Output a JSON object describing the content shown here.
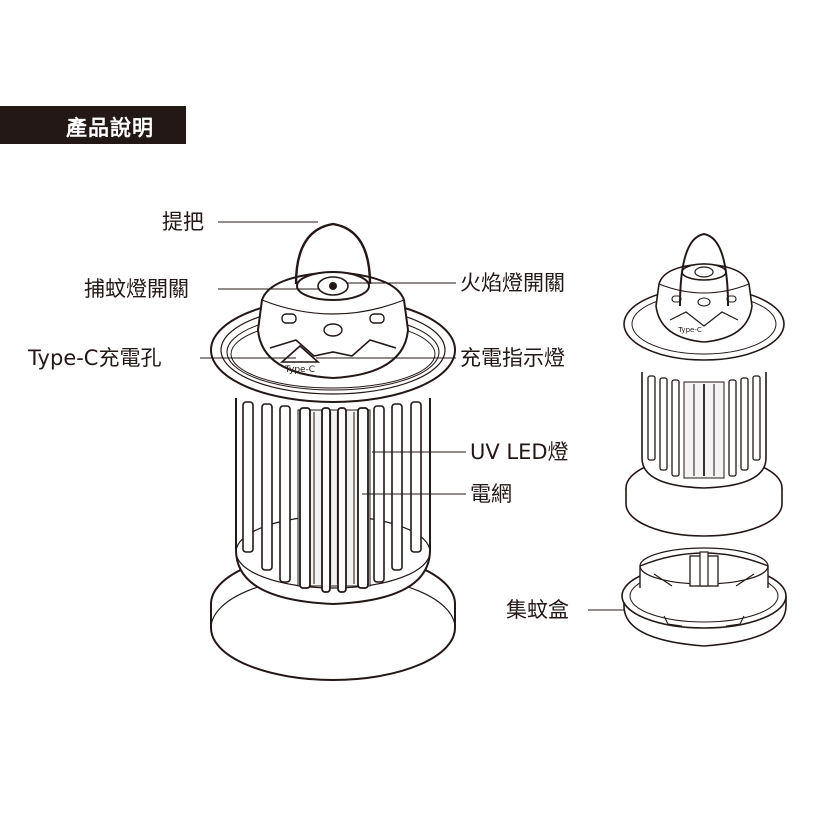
{
  "header": {
    "title": "產品說明"
  },
  "labels": {
    "handle": "提把",
    "mosquito_switch": "捕蚊燈開關",
    "flame_switch": "火焰燈開關",
    "typec_port": "Type-C充電孔",
    "charge_indicator": "充電指示燈",
    "uv_led": "UV LED燈",
    "grid": "電網",
    "collector": "集蚊盒"
  },
  "port_marking": "Type-C"
}
